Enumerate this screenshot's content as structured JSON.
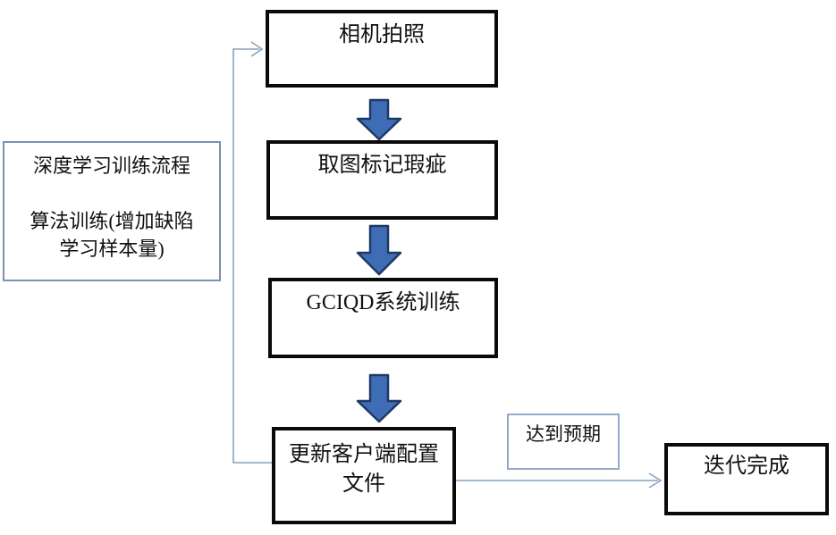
{
  "flowchart": {
    "title_hint": "deep-learning training loop flowchart",
    "nodes": {
      "camera": "相机拍照",
      "mark_defects": "取图标记瑕疵",
      "system_training": "GCIQD系统训练",
      "update_config": "更新客户端配置\n文件",
      "side_note": "深度学习训练流程\n\n算法训练(增加缺陷\n学习样本量)",
      "expectation": "达到预期",
      "iteration_done": "迭代完成"
    },
    "colors": {
      "block_arrow_fill": "#3e6db5",
      "block_arrow_stroke": "#1f3864",
      "connector": "#87a1c4",
      "main_box_border": "#0a0a0a",
      "note_box_border": "#7b90b4",
      "label_box_border": "#95aac8",
      "canvas_bg": "#ffffff",
      "text_color": "#111111"
    }
  }
}
